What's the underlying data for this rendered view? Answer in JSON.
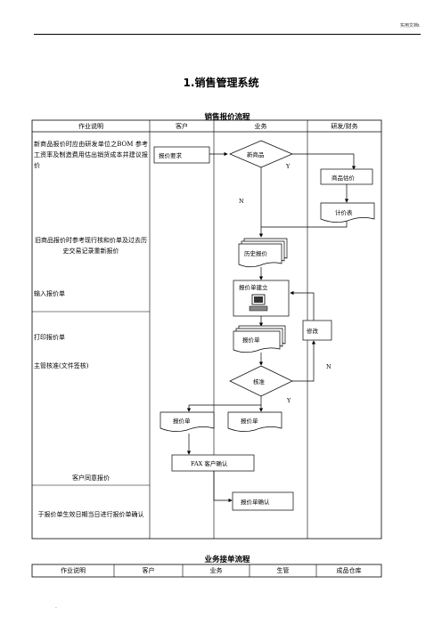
{
  "header": {
    "label": "实用文档t"
  },
  "title": "1.销售管理系统",
  "chart1": {
    "subtitle": "销售报价流程",
    "columns": [
      "作业说明",
      "客户",
      "业务",
      "研发/财务"
    ],
    "descriptions": [
      "新商品报价时应由研发单位之BOM 参考工资率及制造费用估出销货成本并建议报价",
      "旧商品报价时参考现行核和价单及过去历史交易记录重新报价",
      "输入报价单",
      "打印报价单",
      "主管核准(文件签核)",
      "客户同意报价",
      "于报价单生效日期当日进行报价单确认"
    ],
    "nodes": {
      "request": "报价要求",
      "new_product": "新商品",
      "costing": "商品估价",
      "pricing_table": "计价表",
      "history": "历史报价",
      "create_quote": "报价单建立",
      "quote_doc": "报价单",
      "modify": "修改",
      "approve": "核准",
      "quote_customer": "报价单",
      "quote_sales": "报价单",
      "fax": "FAX 客户确认",
      "confirm": "报价单确认"
    },
    "edge_labels": {
      "yes1": "Y",
      "no1": "N",
      "yes2": "Y",
      "no2": "N"
    }
  },
  "chart2": {
    "subtitle": "业务接单流程",
    "columns": [
      "作业说明",
      "客户",
      "业务",
      "生管",
      "成品仓库"
    ]
  },
  "footer": {
    "mark": "."
  }
}
